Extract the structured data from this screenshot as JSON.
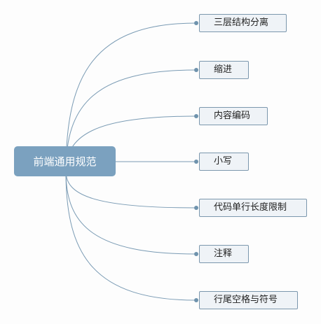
{
  "colors": {
    "root_fill": "#7ba1bf",
    "root_text": "#ffffff",
    "child_fill": "#eff3f7",
    "child_border": "#7b97ad",
    "edge": "#7a9bb4",
    "dot": "#6f93ad"
  },
  "mindmap": {
    "root": {
      "label": "前端通用规范"
    },
    "children": [
      {
        "label": "三层结构分离"
      },
      {
        "label": "缩进"
      },
      {
        "label": "内容编码"
      },
      {
        "label": "小写"
      },
      {
        "label": "代码单行长度限制"
      },
      {
        "label": "注释"
      },
      {
        "label": "行尾空格与符号"
      }
    ]
  }
}
